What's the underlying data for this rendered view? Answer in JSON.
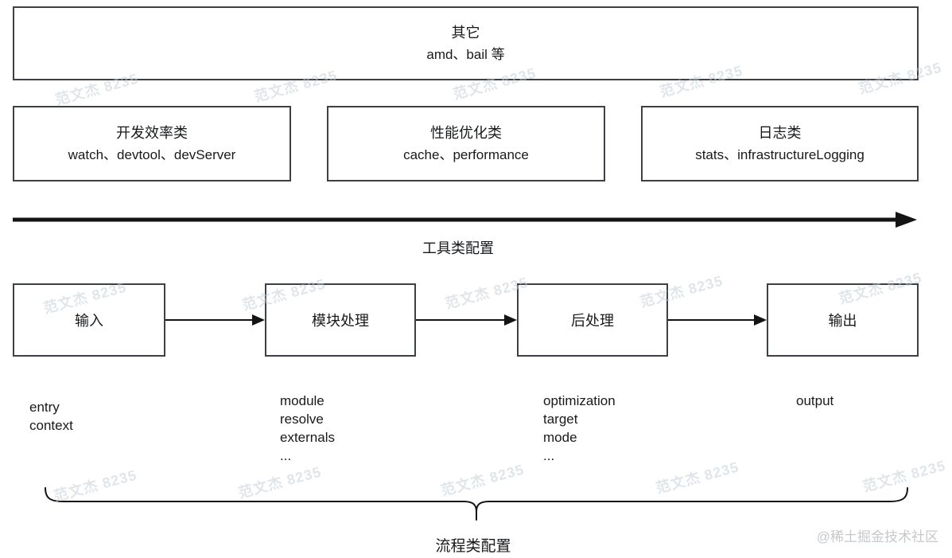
{
  "colors": {
    "background": "#ffffff",
    "border": "#3d4045",
    "text": "#17191b",
    "arrow": "#141414",
    "watermark": "#c3ccd4",
    "credit": "#c6c9cc"
  },
  "other_box": {
    "title": "其它",
    "subtitle": "amd、bail 等"
  },
  "tool_boxes": [
    {
      "title": "开发效率类",
      "subtitle": "watch、devtool、devServer"
    },
    {
      "title": "性能优化类",
      "subtitle": "cache、performance"
    },
    {
      "title": "日志类",
      "subtitle": "stats、infrastructureLogging"
    }
  ],
  "tool_axis": {
    "label": "工具类配置"
  },
  "flow": {
    "steps": [
      {
        "label": "输入",
        "props": [
          "entry",
          "context"
        ]
      },
      {
        "label": "模块处理",
        "props": [
          "module",
          "resolve",
          "externals",
          "..."
        ]
      },
      {
        "label": "后处理",
        "props": [
          "optimization",
          "target",
          "mode",
          "..."
        ]
      },
      {
        "label": "输出",
        "props": [
          "output"
        ]
      }
    ],
    "brace_label": "流程类配置"
  },
  "watermark": {
    "text": "范文杰 8235"
  },
  "credit": {
    "text": "@稀土掘金技术社区"
  }
}
